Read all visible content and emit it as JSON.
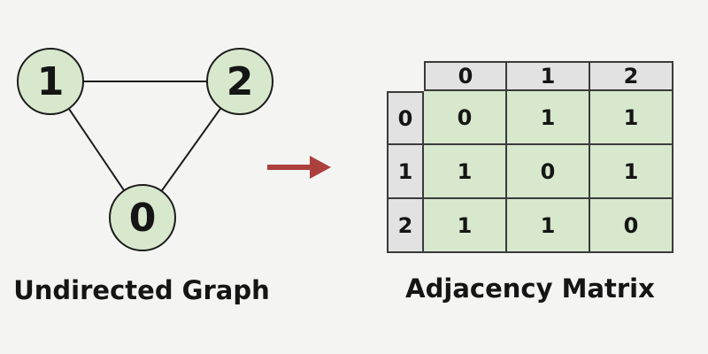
{
  "graph": {
    "title": "Undirected Graph",
    "nodes": [
      {
        "id": "1",
        "label": "1"
      },
      {
        "id": "2",
        "label": "2"
      },
      {
        "id": "0",
        "label": "0"
      }
    ],
    "edges": [
      "1-2",
      "1-0",
      "2-0"
    ]
  },
  "transform": {
    "icon": "right-arrow-icon"
  },
  "matrix": {
    "title": "Adjacency Matrix",
    "col_headers": [
      "0",
      "1",
      "2"
    ],
    "row_headers": [
      "0",
      "1",
      "2"
    ],
    "values": [
      [
        "0",
        "1",
        "1"
      ],
      [
        "1",
        "0",
        "1"
      ],
      [
        "1",
        "1",
        "0"
      ]
    ]
  },
  "colors": {
    "background": "#f4f4f3",
    "node_fill": "#d7e8cd",
    "cell_fill": "#d7e8cd",
    "header_fill": "#e2e2e2",
    "table_border": "#3a3a3a",
    "edge_stroke": "#1c1c1c",
    "text": "#151515",
    "arrow": "#ac403c"
  }
}
